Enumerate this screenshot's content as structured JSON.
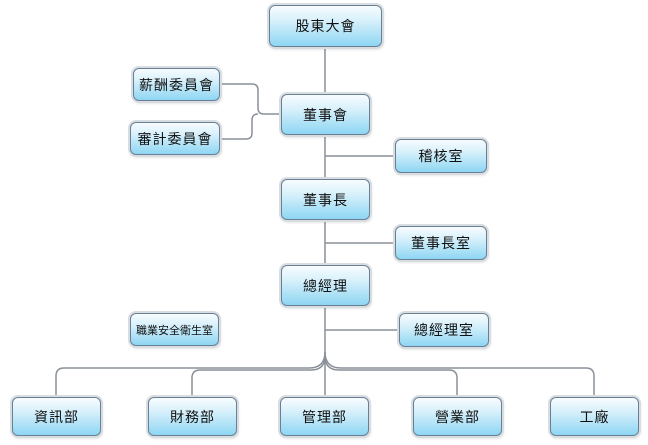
{
  "org_chart": {
    "shareholders_meeting": "股東大會",
    "board": "董事會",
    "compensation_committee": "薪酬委員會",
    "audit_committee": "審計委員會",
    "internal_audit_office": "稽核室",
    "chairman": "董事長",
    "chairman_office": "董事長室",
    "general_manager": "總經理",
    "general_manager_office": "總經理室",
    "occupational_safety": "職業安全衛生室",
    "departments": [
      "資訊部",
      "財務部",
      "管理部",
      "營業部",
      "工廠"
    ]
  },
  "colors": {
    "node_fill_top": "#f7fcff",
    "node_fill_bottom": "#8ed6f3",
    "node_border": "#6a7f93",
    "connector": "#8a9099"
  }
}
